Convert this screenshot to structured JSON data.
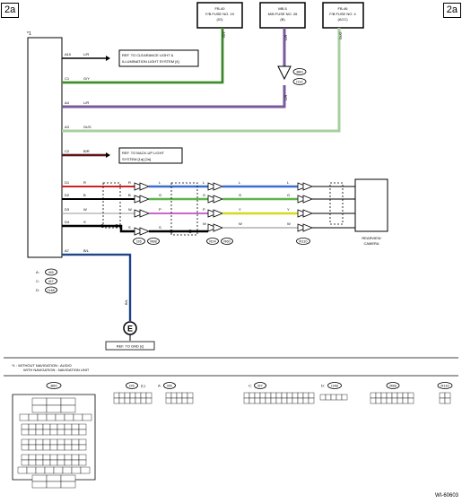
{
  "page_tag": "2a",
  "page_tag_right": "2a",
  "unit_mark": "*1",
  "fuses": [
    {
      "line1": "FB-40",
      "line2": "F/B FUSE NO. 19",
      "line3": "(IG)",
      "wire": "G/Y"
    },
    {
      "line1": "MB-5",
      "line2": "M/B FUSE NO. 26",
      "line3": "(B)",
      "wire": "L/R"
    },
    {
      "line1": "FB-46",
      "line2": "F/B FUSE NO. 4",
      "line3": "(ACC)",
      "wire": "Gr/G"
    }
  ],
  "connector_b60": "B60",
  "connector_i112": "i112",
  "wire_lr_label": "L/R",
  "terminals": {
    "a10": "A10",
    "a10_color": "L/R",
    "c1": "C1",
    "c1_color": "G/Y",
    "a4": "A4",
    "a4_color": "L/R",
    "a3": "A3",
    "a3_color": "Gr/G",
    "c2": "C2",
    "c2_color": "B/R",
    "d1": "D1",
    "d1_color": "R",
    "d2": "D2",
    "d2_color": "B",
    "d3": "D3",
    "d3_color": "W",
    "d4": "D4",
    "d4_color": "S",
    "a7": "A7",
    "a7_color": "B/L"
  },
  "refs": {
    "clearance_line1": "REF. TO CLEARANCE LIGHT &",
    "clearance_line2": "ILLUMINATION LIGHT SYSTEM [4]",
    "backup_line1": "REF. TO BACK-UP LIGHT",
    "backup_line2": "SYSTEM [1a] [2a]",
    "gnd": "REF. TO GND [c]"
  },
  "harness_colors": {
    "seg1": [
      "R",
      "B",
      "W",
      "S"
    ],
    "seg2": [
      "L",
      "G",
      "P",
      "S"
    ],
    "seg3": [
      "L",
      "G",
      "P",
      "W"
    ],
    "seg4": [
      "L",
      "G",
      "Y",
      "W"
    ],
    "seg5": [
      "L",
      "G",
      "Y",
      "W"
    ]
  },
  "connectors_bottom": [
    "i26",
    "R88",
    "R24",
    "R60",
    "R110"
  ],
  "camera_line1": "REARVIEW",
  "camera_line2": "CAMERA",
  "ground_wire": "B/L",
  "ground_symbol": "E",
  "connector_legend": [
    {
      "letter": "A:",
      "id": "i65"
    },
    {
      "letter": "C:",
      "id": "i67"
    },
    {
      "letter": "D:",
      "id": "i148"
    }
  ],
  "footnote_line1": "*1 : WITHOUT NAVIGATION : AUDIO",
  "footnote_line2": "WITH NAVIGATION : NAVIGATION UNIT",
  "bottom_connectors": {
    "b60": "B60",
    "i26": "i26",
    "i26_suffix": "(L)",
    "a_i65": "i65",
    "c_i67": "i67",
    "d_i148": "i148",
    "r88": "R88",
    "r110": "R110",
    "a_label": "A:",
    "c_label": "C:",
    "d_label": "D:"
  },
  "diagram_id": "WI-60603",
  "colors": {
    "green": "#5fb44a",
    "purple": "#7a5a9e",
    "light_green": "#a8cfa0",
    "red": "#cc2222",
    "blue": "#3a6fd0",
    "yellow": "#d8d820",
    "pink": "#cc66cc",
    "gray": "#888888"
  }
}
